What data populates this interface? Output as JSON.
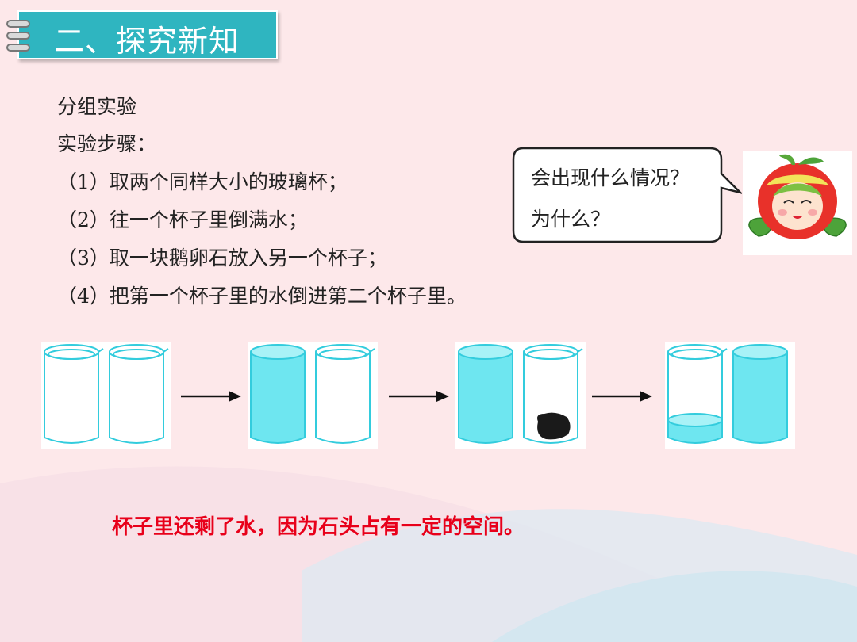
{
  "header": {
    "title": "二、探究新知"
  },
  "content": {
    "heading": "分组实验",
    "subheading": "实验步骤：",
    "steps": [
      "（1）取两个同样大小的玻璃杯；",
      "（2）往一个杯子里倒满水；",
      "（3）取一块鹅卵石放入另一个杯子；",
      "（4）把第一个杯子里的水倒进第二个杯子里。"
    ]
  },
  "bubble": {
    "line1": "会出现什么情况？",
    "line2": "为什么？"
  },
  "conclusion": "杯子里还剩了水，因为石头占有一定的空间。",
  "colors": {
    "header": "#2fb5c0",
    "water": "#6ee6f0",
    "cup_outline": "#33ccdd",
    "conclusion": "#e8001a",
    "background": "#fde8ea"
  },
  "icons": {
    "mascot": "apple-girl-mascot",
    "arrow": "right-arrow-icon",
    "stone": "pebble-icon"
  }
}
